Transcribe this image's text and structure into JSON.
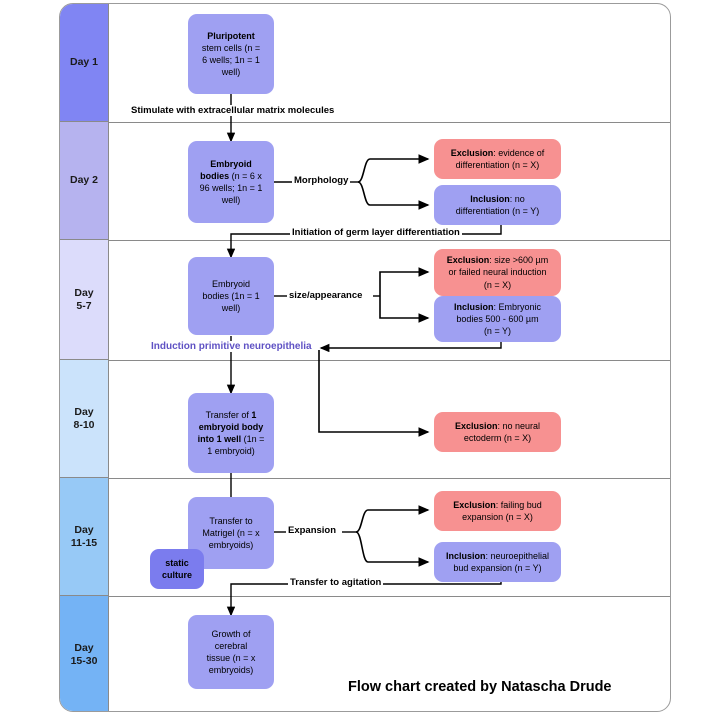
{
  "chart_data": {
    "type": "diagram",
    "title": "Flow chart created by Natascha Drude",
    "timeline_label": "Day",
    "rows": [
      {
        "day": "Day 1",
        "color": "#8085f3"
      },
      {
        "day": "Day 2",
        "color": "#b6b3ef"
      },
      {
        "day": "Day\n5-7",
        "color": "#dcdcfb"
      },
      {
        "day": "Day\n8-10",
        "color": "#cbe3fb"
      },
      {
        "day": "Day\n11-15",
        "color": "#97c9f6"
      },
      {
        "day": "Day\n15-30",
        "color": "#74b3f5"
      }
    ]
  },
  "frame": {
    "credit": "Flow chart created by Natascha Drude"
  },
  "timeline": {
    "cells": [
      {
        "line1": "Day 1",
        "line2": ""
      },
      {
        "line1": "Day 2",
        "line2": ""
      },
      {
        "line1": "Day",
        "line2": "5-7"
      },
      {
        "line1": "Day",
        "line2": "8-10"
      },
      {
        "line1": "Day",
        "line2": "11-15"
      },
      {
        "line1": "Day",
        "line2": "15-30"
      }
    ]
  },
  "nodes": {
    "pluripotent": {
      "l1": "Pluripotent",
      "l2": "stem cells (n =",
      "l3": "6 wells; 1n = 1",
      "l4": "well)"
    },
    "embryoid_d2": {
      "l1": "Embryoid",
      "l2": "bodies",
      "l2b": " (n = 6 x",
      "l3": "96 wells; 1n = 1",
      "l4": "well)"
    },
    "exclusion_d2": {
      "l1": "Exclusion",
      "l1b": ": evidence of",
      "l2": "differentiation  (n = X)"
    },
    "inclusion_d2": {
      "l1": "Inclusion",
      "l1b": ": no",
      "l2": "differentiation  (n = Y)"
    },
    "embryoid_d5": {
      "l1": "Embryoid",
      "l2": "bodies  (1n = 1",
      "l3": "well)"
    },
    "exclusion_d5": {
      "l1": "Exclusion",
      "l1b": ":  size >600 µm",
      "l2": "or failed  neural  induction",
      "l3": "(n = X)"
    },
    "inclusion_d5": {
      "l1": "Inclusion",
      "l1b": ": Embryonic",
      "l2": "bodies  500 - 600 µm",
      "l3": "(n = Y)"
    },
    "transfer_d8": {
      "l1": "Transfer  of ",
      "l1b": "1",
      "l2": "embryoid body",
      "l3": "into 1 well",
      "l3b": " (1n =",
      "l4": "1 embryoid)"
    },
    "exclusion_d8": {
      "l1": "Exclusion",
      "l1b": ": no neural",
      "l2": "ectoderm  (n = X)"
    },
    "matrigel_d11": {
      "l1": "Transfer  to",
      "l2": "Matrigel (n = x",
      "l3": "embryoids)"
    },
    "static_culture": {
      "l1": "static",
      "l2": "culture"
    },
    "exclusion_d11": {
      "l1": "Exclusion",
      "l1b": ": failing  bud",
      "l2": "expansion  (n = X)"
    },
    "inclusion_d11": {
      "l1": "Inclusion",
      "l1b": ": neuroepithelial",
      "l2": "bud expansion  (n = Y)"
    },
    "growth_d15": {
      "l1": "Growth of",
      "l2": "cerebral",
      "l3": "tissue (n = x",
      "l4": "embryoids)"
    }
  },
  "edge_labels": {
    "stimulate": "Stimulate with extracellular  matrix molecules",
    "morphology": "Morphology",
    "germ_layer": "Initiation of germ layer differentiation",
    "size_appearance": "size/appearance",
    "induction": "Induction primitive neuroepithelia",
    "expansion": "Expansion",
    "agitation": "Transfer to agitation"
  },
  "colors": {
    "node_purple": "#9fa0f2",
    "node_purple_dark": "#7b7cee",
    "node_red": "#f79191",
    "border": "#8a8a8a",
    "induction_text": "#5f52c4"
  }
}
